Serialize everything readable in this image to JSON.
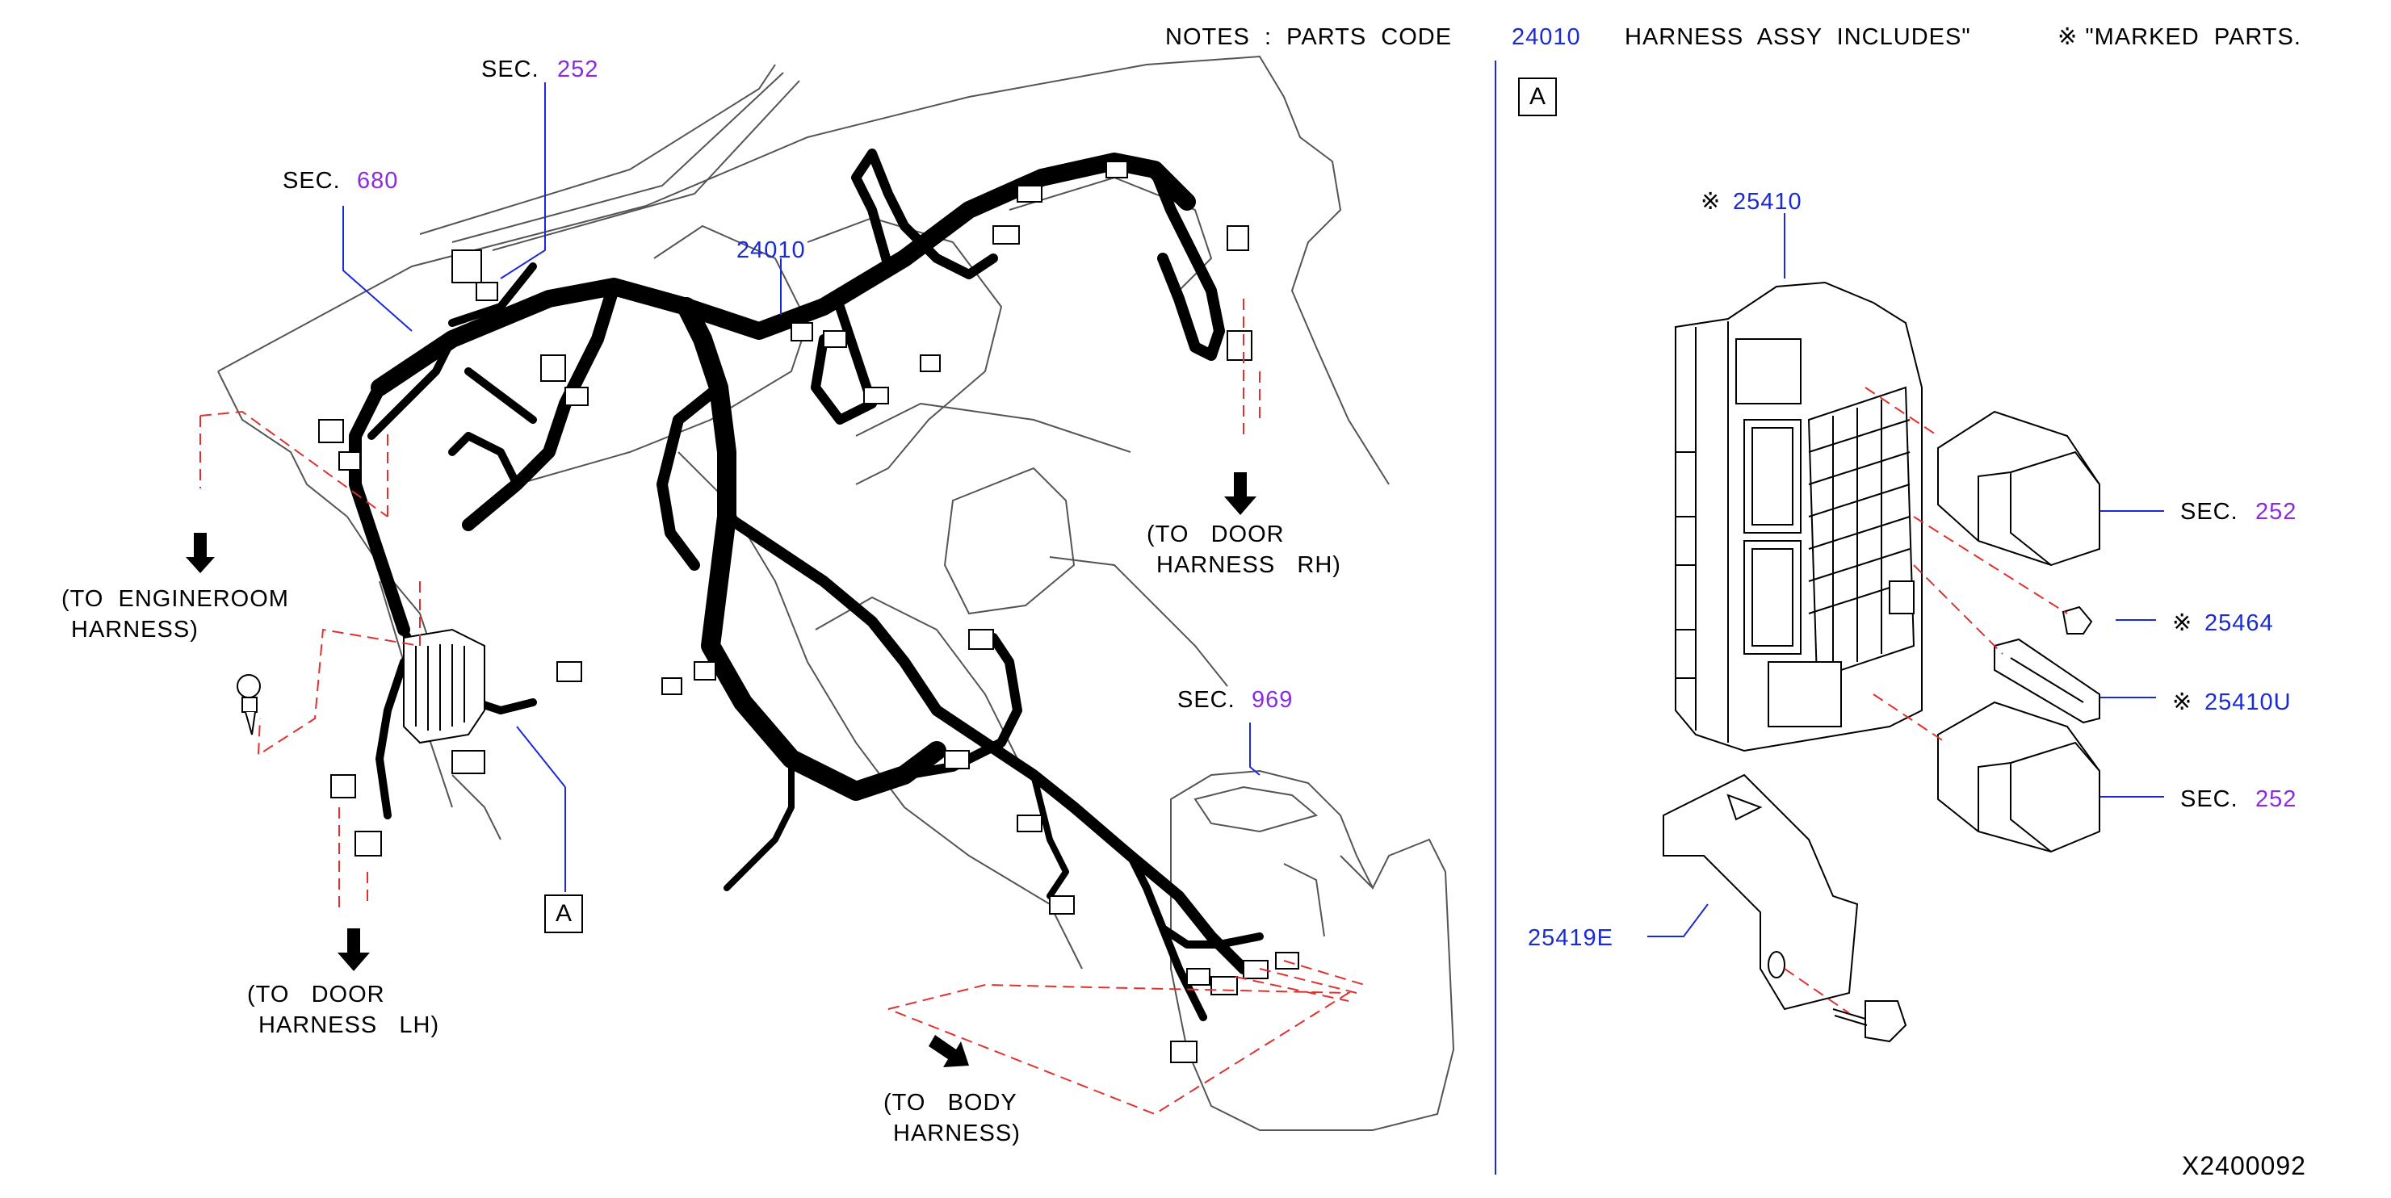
{
  "notes": {
    "prefix": "NOTES  :  PARTS  CODE",
    "code": "24010",
    "suffix": "HARNESS  ASSY  INCLUDES\"",
    "marked": "※ \"MARKED  PARTS."
  },
  "sections": {
    "sec_label": "SEC.",
    "sec252_top": "252",
    "sec680": "680",
    "sec969": "969",
    "sec252_right_a": "252",
    "sec252_right_b": "252"
  },
  "parts": {
    "harness_main": "24010",
    "fuse_block": "25410",
    "fuse_block_mark": "※",
    "p25464": "25464",
    "p25464_mark": "※",
    "p25410U": "25410U",
    "p25410U_mark": "※",
    "bracket": "25419E"
  },
  "callouts": {
    "engineroom_line1": "(TO  ENGINEROOM",
    "engineroom_line2": "HARNESS)",
    "door_rh_line1": "(TO   DOOR",
    "door_rh_line2": "HARNESS   RH)",
    "door_lh_line1": "(TO   DOOR",
    "door_lh_line2": "HARNESS   LH)",
    "body_line1": "(TO   BODY",
    "body_line2": "HARNESS)"
  },
  "detail_ref": "A",
  "diagram_id": "X2400092",
  "colors": {
    "harness": "#000000",
    "outline": "#555555",
    "leader": "#1a2bd6",
    "dashed": "#e0312f",
    "part_code": "#1a2bd6",
    "section_code": "#8a2be2"
  }
}
